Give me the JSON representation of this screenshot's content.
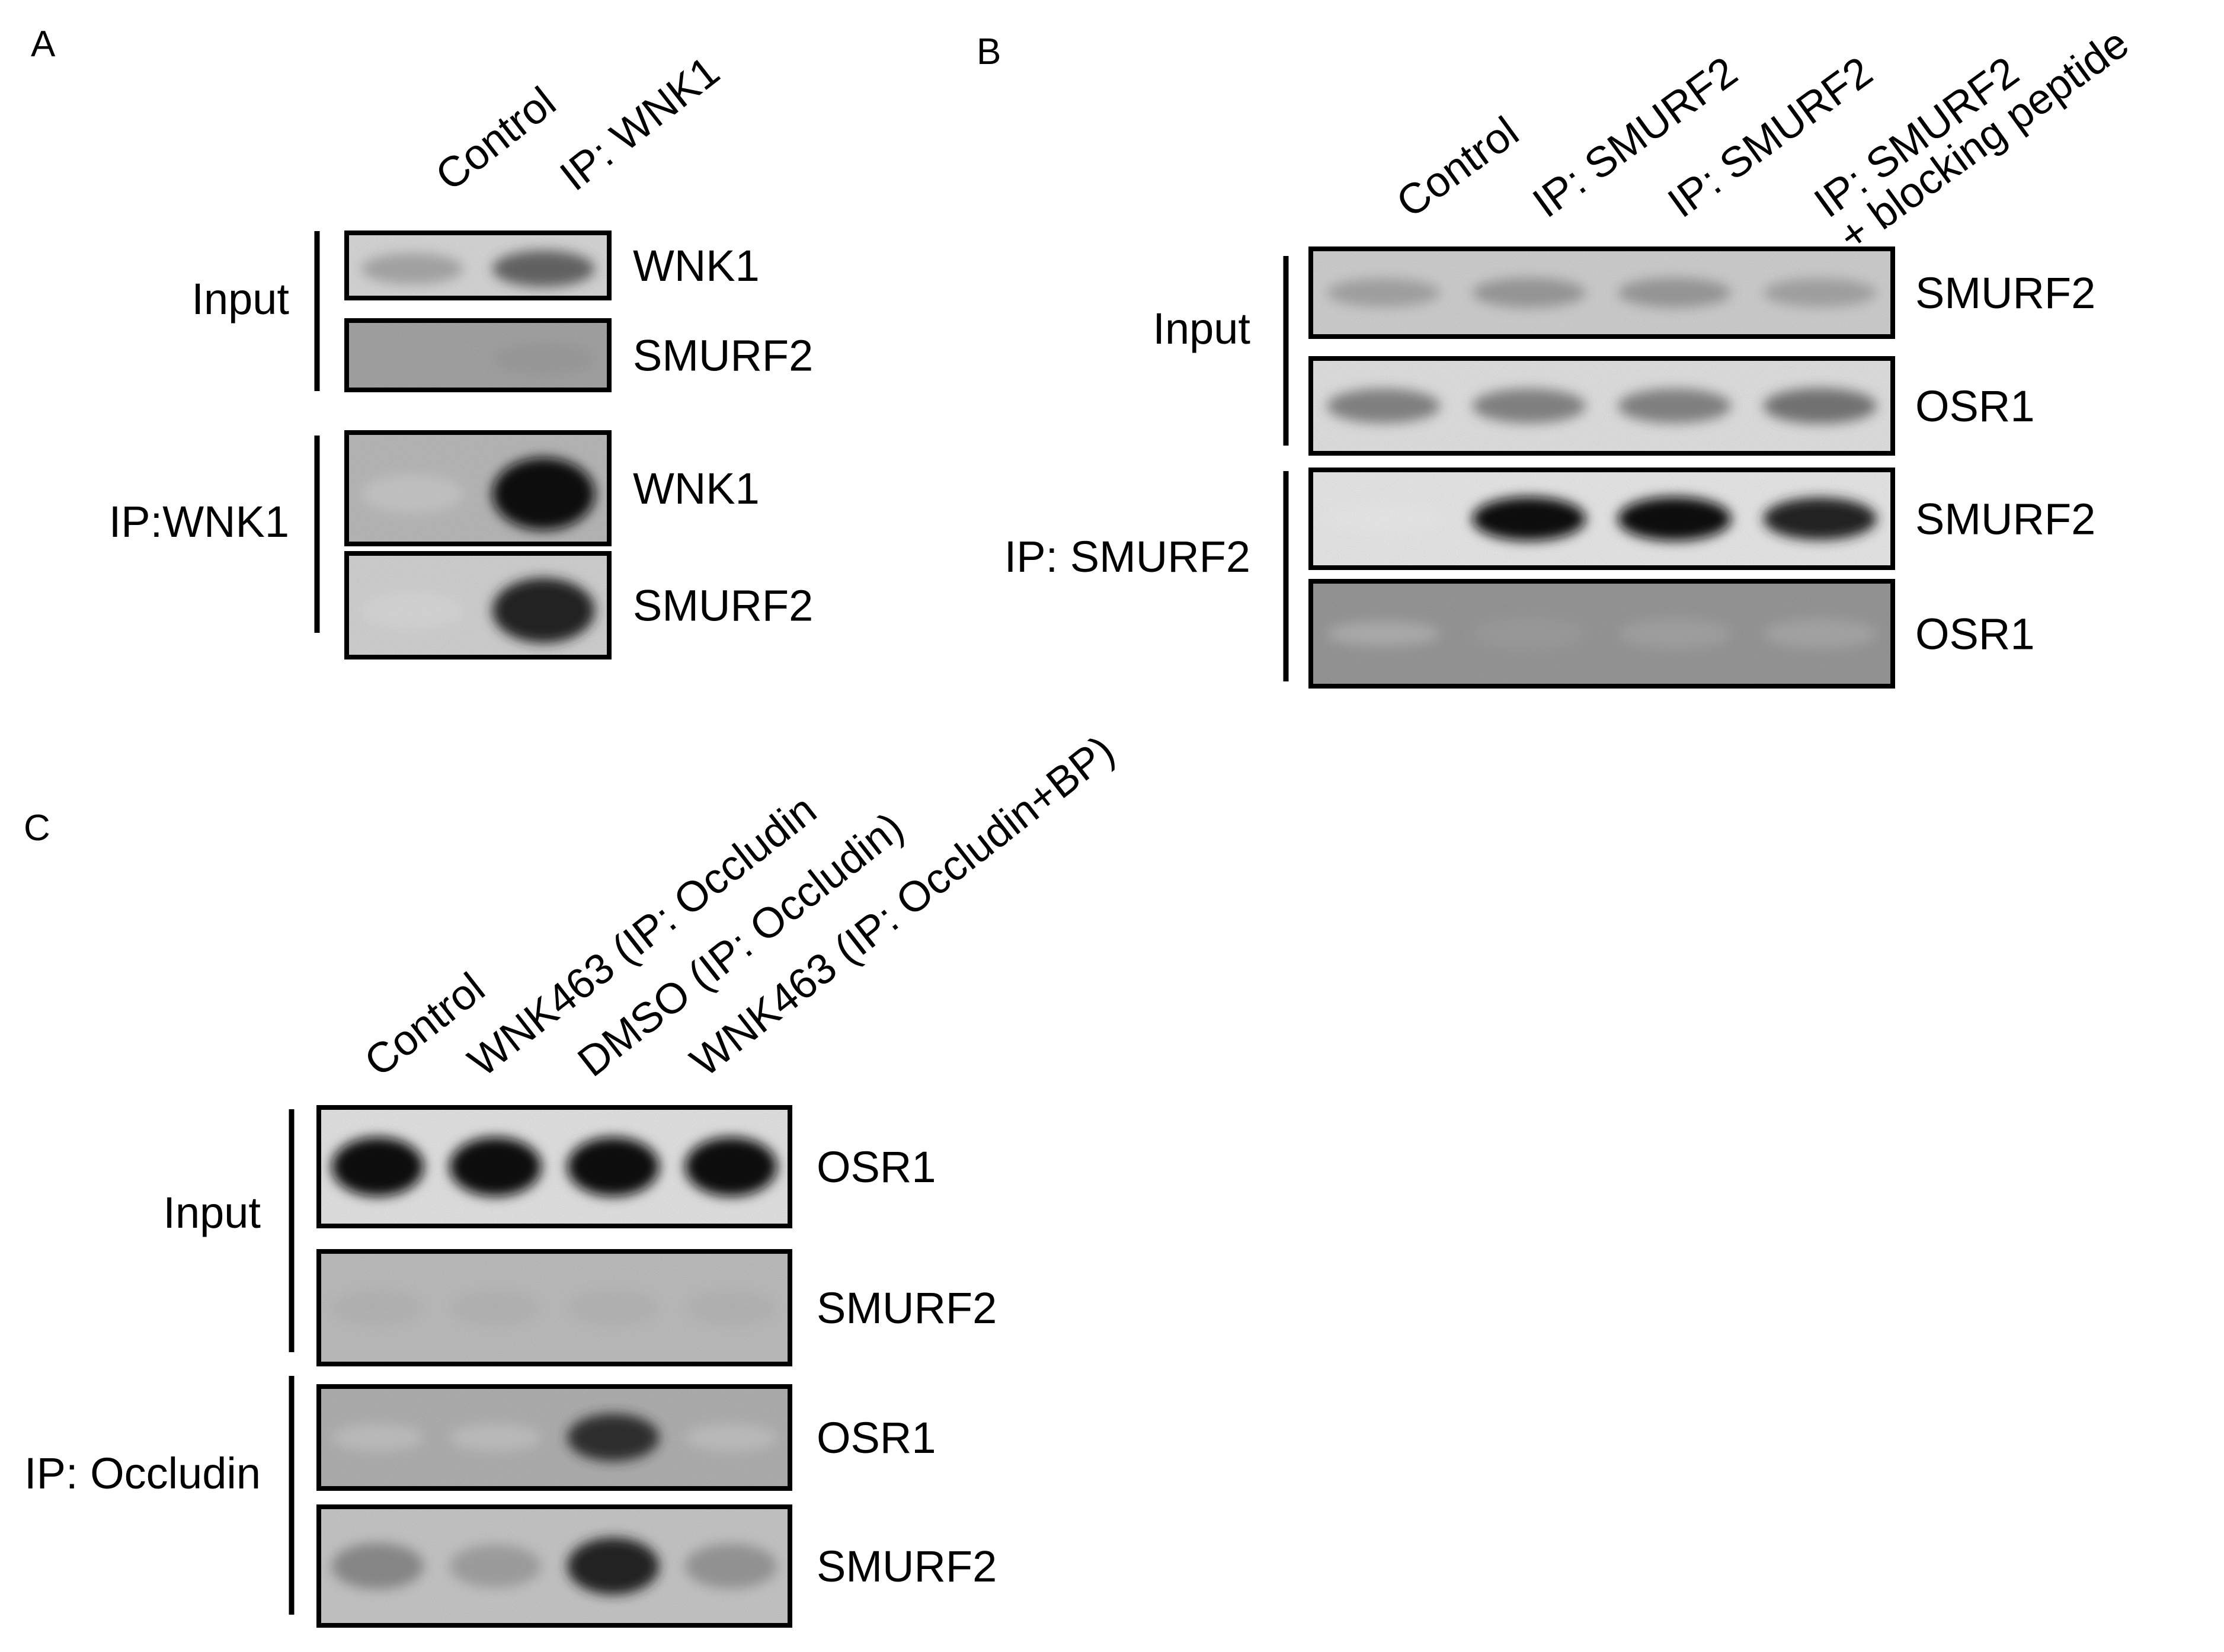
{
  "panels": [
    {
      "letter": "A",
      "lanes": [
        "Control",
        "IP: WNK1"
      ],
      "groups": [
        {
          "label": "Input",
          "blots": [
            {
              "label": "WNK1",
              "bg": "#dcdcdc",
              "bands": [
                0.45,
                0.7
              ]
            },
            {
              "label": "SMURF2",
              "bg": "#a8a8a8",
              "bands": [
                0.35,
                0.4
              ]
            }
          ]
        },
        {
          "label": "IP:WNK1",
          "blots": [
            {
              "label": "WNK1",
              "bg": "#bdbdbd",
              "bands": [
                0.05,
                0.97
              ]
            },
            {
              "label": "SMURF2",
              "bg": "#d6d6d6",
              "bands": [
                0.05,
                0.9
              ]
            }
          ]
        }
      ]
    },
    {
      "letter": "B",
      "lanes": [
        "Control",
        "IP: SMURF2",
        "IP: SMURF2",
        "IP: SMURF2\n+ blocking peptide"
      ],
      "groups": [
        {
          "label": "Input",
          "blots": [
            {
              "label": "SMURF2",
              "bg": "#d4d4d4",
              "bands": [
                0.45,
                0.5,
                0.5,
                0.45
              ]
            },
            {
              "label": "OSR1",
              "bg": "#e6e6e6",
              "bands": [
                0.6,
                0.6,
                0.6,
                0.65
              ]
            }
          ]
        },
        {
          "label": "IP: SMURF2",
          "blots": [
            {
              "label": "SMURF2",
              "bg": "#ededed",
              "bands": [
                0.0,
                0.97,
                0.97,
                0.9
              ]
            },
            {
              "label": "OSR1",
              "bg": "#9b9b9b",
              "bands": [
                0.05,
                0.35,
                0.3,
                0.25
              ]
            }
          ]
        }
      ]
    },
    {
      "letter": "C",
      "lanes": [
        "Control",
        "WNK463 (IP: Occludin",
        "DMSO (IP: Occludin)",
        "WNK463 (IP: Occludin+BP)"
      ],
      "groups": [
        {
          "label": "Input",
          "blots": [
            {
              "label": "OSR1",
              "bg": "#e8e8e8",
              "bands": [
                0.98,
                0.98,
                0.98,
                0.98
              ]
            },
            {
              "label": "SMURF2",
              "bg": "#c2c2c2",
              "bands": [
                0.3,
                0.3,
                0.3,
                0.3
              ]
            }
          ]
        },
        {
          "label": "IP: Occludin",
          "blots": [
            {
              "label": "OSR1",
              "bg": "#b4b4b4",
              "bands": [
                0.05,
                0.05,
                0.85,
                0.05
              ]
            },
            {
              "label": "SMURF2",
              "bg": "#cbcbcb",
              "bands": [
                0.55,
                0.45,
                0.9,
                0.5
              ]
            }
          ]
        }
      ]
    }
  ]
}
